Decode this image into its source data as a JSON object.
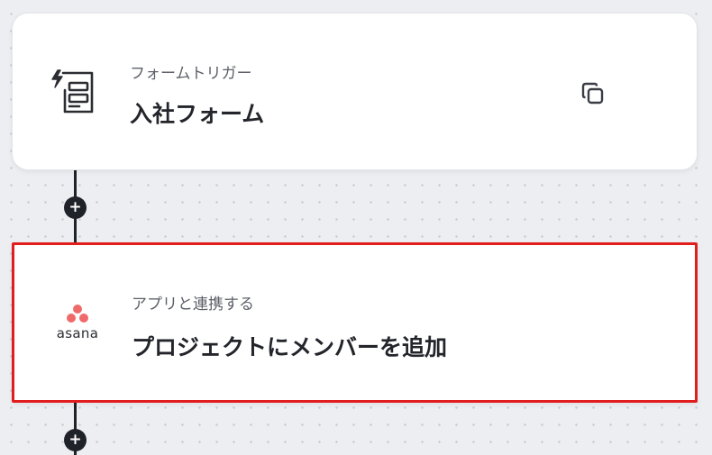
{
  "trigger_node": {
    "type_label": "フォームトリガー",
    "title": "入社フォーム",
    "icon": "form-trigger-icon"
  },
  "action_node": {
    "type_label": "アプリと連携する",
    "title": "プロジェクトにメンバーを追加",
    "app_name": "asana",
    "icon": "asana-logo",
    "selected": true,
    "highlight_color": "#e11d1d"
  },
  "add_step_buttons": [
    {
      "icon": "plus-icon",
      "label": "+"
    },
    {
      "icon": "plus-icon",
      "label": "+"
    }
  ],
  "colors": {
    "canvas_background": "#eceef2",
    "card_background": "#ffffff",
    "connector": "#1f2228",
    "asana_coral": "#f06a6a"
  }
}
